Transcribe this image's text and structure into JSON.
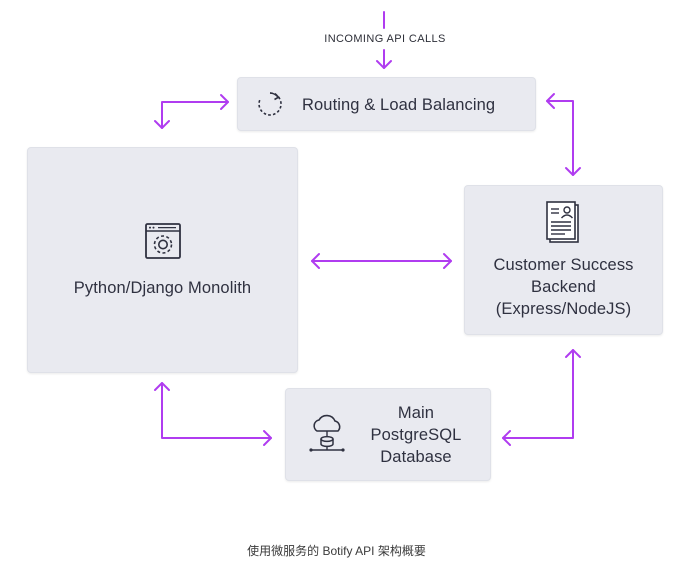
{
  "diagram": {
    "incoming_label": "INCOMING API CALLS",
    "routing": {
      "label": "Routing & Load Balancing",
      "icon": "refresh-icon"
    },
    "monolith": {
      "label": "Python/Django Monolith",
      "icon": "settings-window-icon"
    },
    "customer_success": {
      "lines": [
        "Customer Success",
        "Backend",
        "(Express/NodeJS)"
      ],
      "icon": "document-user-icon"
    },
    "database": {
      "lines": [
        "Main",
        "PostgreSQL",
        "Database"
      ],
      "icon": "cloud-database-icon"
    },
    "arrow_color": "#b03cf0"
  },
  "caption": "使用微服务的 Botify API 架构概要"
}
